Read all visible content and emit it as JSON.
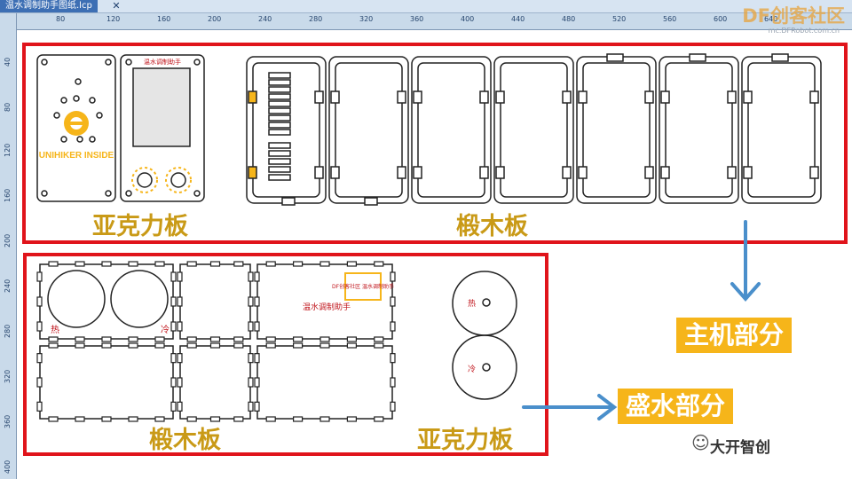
{
  "window": {
    "tab_title": "温水调制助手图纸.lcp",
    "close_glyph": "✕"
  },
  "ruler": {
    "top_ticks": [
      "80",
      "120",
      "160",
      "200",
      "240",
      "280",
      "320",
      "360",
      "400",
      "440",
      "480",
      "520",
      "560",
      "600",
      "640"
    ],
    "left_ticks": [
      "40",
      "80",
      "120",
      "160",
      "200",
      "240",
      "280",
      "320",
      "360",
      "400"
    ]
  },
  "labels": {
    "host_acrylic": "亚克力板",
    "host_basswood": "椴木板",
    "water_basswood": "椴木板",
    "water_acrylic": "亚克力板",
    "host_part": "主机部分",
    "water_part": "盛水部分",
    "panel_title": "温水调制助手",
    "box_title": "温水调制助手",
    "logo_text": "UNIHIKER INSIDE",
    "hot": "热",
    "cold": "冷",
    "stamp": "DF创客社区\n温水调制助手",
    "disc_hot": "热",
    "disc_cold": "冷"
  },
  "watermark": {
    "logo": "DF创客社区",
    "url": "mc.DFRobot.com.cn"
  },
  "footer": {
    "brand": "大开智创"
  },
  "colors": {
    "frame": "#e0141b",
    "arrow": "#4a8fcb",
    "gold": "#c99a17",
    "badge": "#f6b51a",
    "stroke": "#222222"
  }
}
